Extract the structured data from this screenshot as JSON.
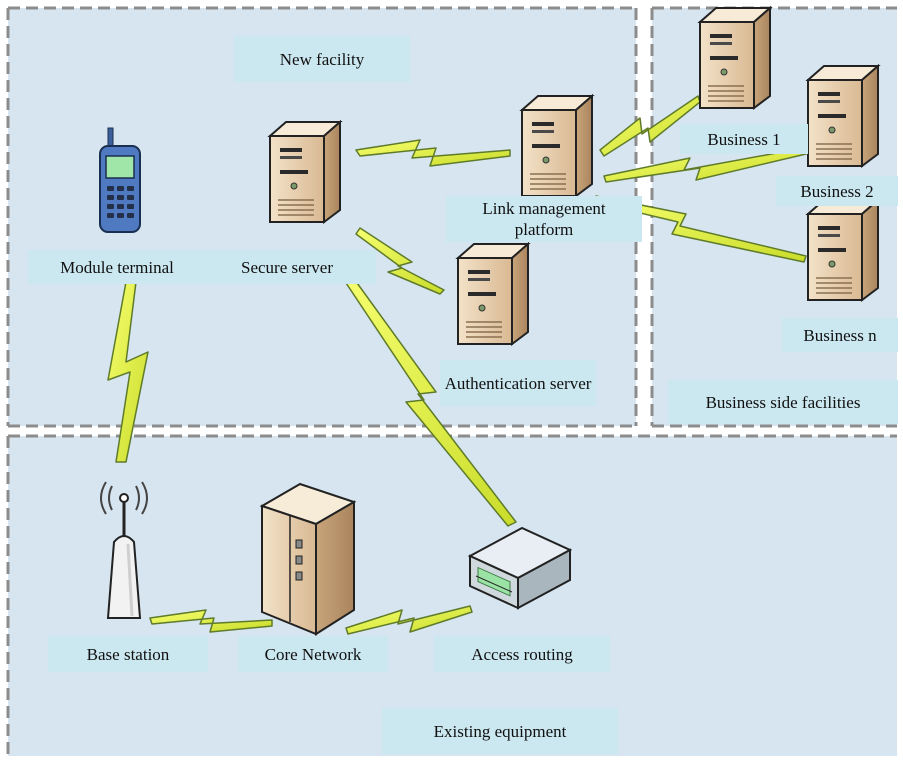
{
  "regions": {
    "new_facility": "New facility",
    "business_side": "Business side facilities",
    "existing": "Existing equipment"
  },
  "nodes": {
    "module_terminal": "Module terminal",
    "secure_server": "Secure server",
    "link_platform": "Link management platform",
    "auth_server": "Authentication server",
    "business_1": "Business 1",
    "business_2": "Business 2",
    "business_n": "Business n",
    "base_station": "Base station",
    "core_network": "Core Network",
    "access_routing": "Access routing"
  },
  "colors": {
    "zone_fill": "#d6e5f0",
    "label_fill": "#cbe7f0",
    "bolt_fill": "#e8f23a",
    "bolt_stroke": "#5f7b2a",
    "dash": "#8c8c8c",
    "server_body": "#e9d3b5"
  },
  "icons": [
    "mobile-phone-icon",
    "server-icon",
    "antenna-icon",
    "cabinet-icon",
    "router-icon"
  ]
}
